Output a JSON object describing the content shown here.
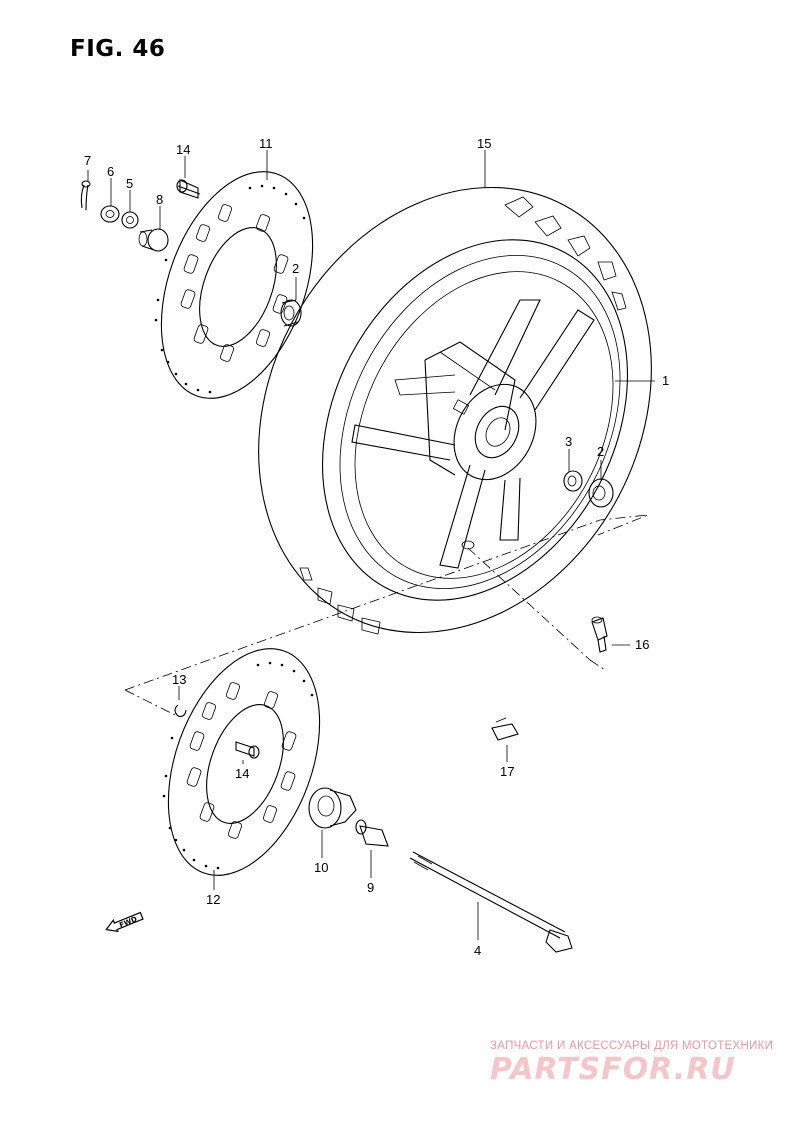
{
  "figure": {
    "title": "FIG. 46"
  },
  "callouts": [
    {
      "id": "c7",
      "label": "7"
    },
    {
      "id": "c6",
      "label": "6"
    },
    {
      "id": "c5",
      "label": "5"
    },
    {
      "id": "c8",
      "label": "8"
    },
    {
      "id": "c14a",
      "label": "14"
    },
    {
      "id": "c11",
      "label": "11"
    },
    {
      "id": "c15",
      "label": "15"
    },
    {
      "id": "c2a",
      "label": "2"
    },
    {
      "id": "c1",
      "label": "1"
    },
    {
      "id": "c3",
      "label": "3"
    },
    {
      "id": "c2b",
      "label": "2"
    },
    {
      "id": "c16",
      "label": "16"
    },
    {
      "id": "c13",
      "label": "13"
    },
    {
      "id": "c14b",
      "label": "14"
    },
    {
      "id": "c17",
      "label": "17"
    },
    {
      "id": "c10",
      "label": "10"
    },
    {
      "id": "c9",
      "label": "9"
    },
    {
      "id": "c12",
      "label": "12"
    },
    {
      "id": "c4",
      "label": "4"
    }
  ],
  "fwd_marker": {
    "label": "FWD",
    "icon": "fwd-arrow-icon"
  },
  "watermark": {
    "caption": "ЗАПЧАСТИ И АКСЕССУАРЫ ДЛЯ МОТОТЕХНИКИ",
    "logo": "PARTSFOR.RU",
    "color": "#f3c6c9"
  }
}
